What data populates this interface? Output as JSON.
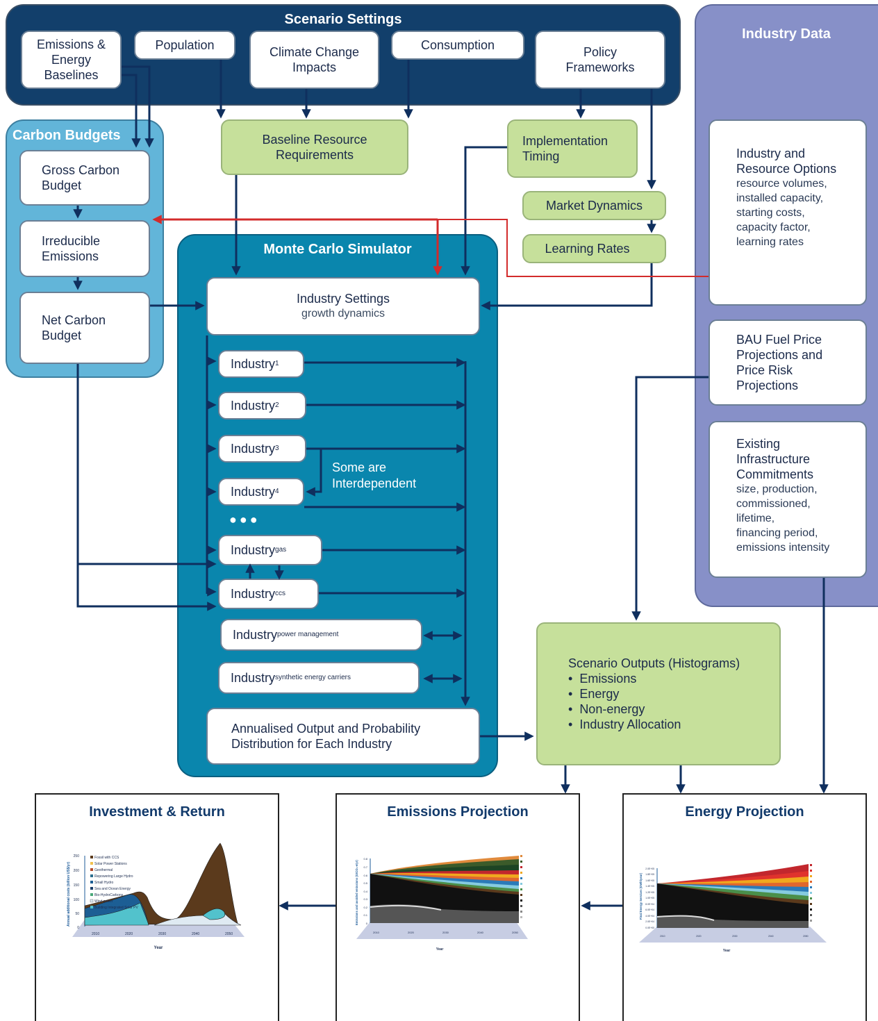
{
  "scenario_settings": {
    "title": "Scenario Settings",
    "boxes": [
      "Emissions &\nEnergy\nBaselines",
      "Population",
      "Climate Change\nImpacts",
      "Consumption",
      "Policy\nFrameworks"
    ]
  },
  "industry_data": {
    "title": "Industry Data",
    "options_title": "Industry and\nResource Options",
    "options_body": "resource volumes,\ninstalled capacity,\nstarting costs,\ncapacity factor,\nlearning rates",
    "fuel_price": "BAU Fuel Price\nProjections and\nPrice Risk\nProjections",
    "existing_title": "Existing\nInfrastructure\nCommitments",
    "existing_body": "size, production,\ncommissioned,\nlifetime,\nfinancing period,\nemissions intensity"
  },
  "carbon_budgets": {
    "title": "Carbon Budgets",
    "gross": "Gross Carbon\nBudget",
    "irreducible": "Irreducible\nEmissions",
    "net": "Net Carbon\nBudget"
  },
  "green_boxes": {
    "baseline": "Baseline Resource\nRequirements",
    "timing": "Implementation\nTiming",
    "market": "Market Dynamics",
    "learning": "Learning Rates"
  },
  "simulator": {
    "title": "Monte Carlo Simulator",
    "settings_title": "Industry Settings",
    "settings_sub": "growth dynamics",
    "industry_word": "Industry",
    "sups": [
      "1",
      "2",
      "3",
      "4",
      "gas",
      "ccs",
      "power management",
      "synthetic energy carriers"
    ],
    "interdependent": "Some are\nInterdependent",
    "ellipsis": "●●●",
    "annualised": "Annualised Output and Probability\nDistribution for Each Industry"
  },
  "outputs": {
    "title": "Scenario Outputs (Histograms)",
    "items": [
      "Emissions",
      "Energy",
      "Non-energy",
      "Industry Allocation"
    ]
  },
  "projections": {
    "investment": {
      "title": "Investment & Return",
      "ylabel": "Annual additional costs (billion US$/yr)",
      "xlabel": "Year",
      "yticks": [
        "250",
        "200",
        "150",
        "100",
        "50",
        "0"
      ],
      "xticks": [
        "2010",
        "2020",
        "2030",
        "2040",
        "2050"
      ],
      "legend": [
        "Fossil  with CCS",
        "Solar Power Stations",
        "Geothermal",
        "Repowering Large Hydro",
        "Small Hydro",
        "Sea and Ocean Energy",
        "Bio-HydroCarbons",
        "Wind power",
        "Building Integrated Solar PV"
      ]
    },
    "emissions": {
      "title": "Emissions Projection",
      "ylabel": "Emissions and avoided emissions (GtCO₂-e/yr)",
      "xlabel": "Year",
      "yticks": [
        "0.8",
        "0.7",
        "0.6",
        "0.5",
        "0.4",
        "0.3",
        "0.2",
        "0.1",
        "0"
      ],
      "xticks": [
        "2010",
        "2020",
        "2030",
        "2040",
        "2050"
      ]
    },
    "energy": {
      "title": "Energy Projection",
      "ylabel": "Final Energy Services (GWh/year)",
      "xlabel": "Year",
      "yticks": [
        "2.0E+05",
        "1.8E+05",
        "1.6E+05",
        "1.4E+05",
        "1.2E+05",
        "1.0E+05",
        "8.0E+04",
        "6.0E+04",
        "4.0E+04",
        "2.0E+04",
        "0.0E+00"
      ],
      "xticks": [
        "2010",
        "2020",
        "2030",
        "2040",
        "2050"
      ]
    }
  },
  "colors": {
    "navy": "#123f6b",
    "lightblue": "#62b5d9",
    "simulator": "#0a86ad",
    "purple": "#8790c8",
    "green": "#c6e09b",
    "arrow": "#0f2f5e",
    "red": "#d32b2b"
  }
}
